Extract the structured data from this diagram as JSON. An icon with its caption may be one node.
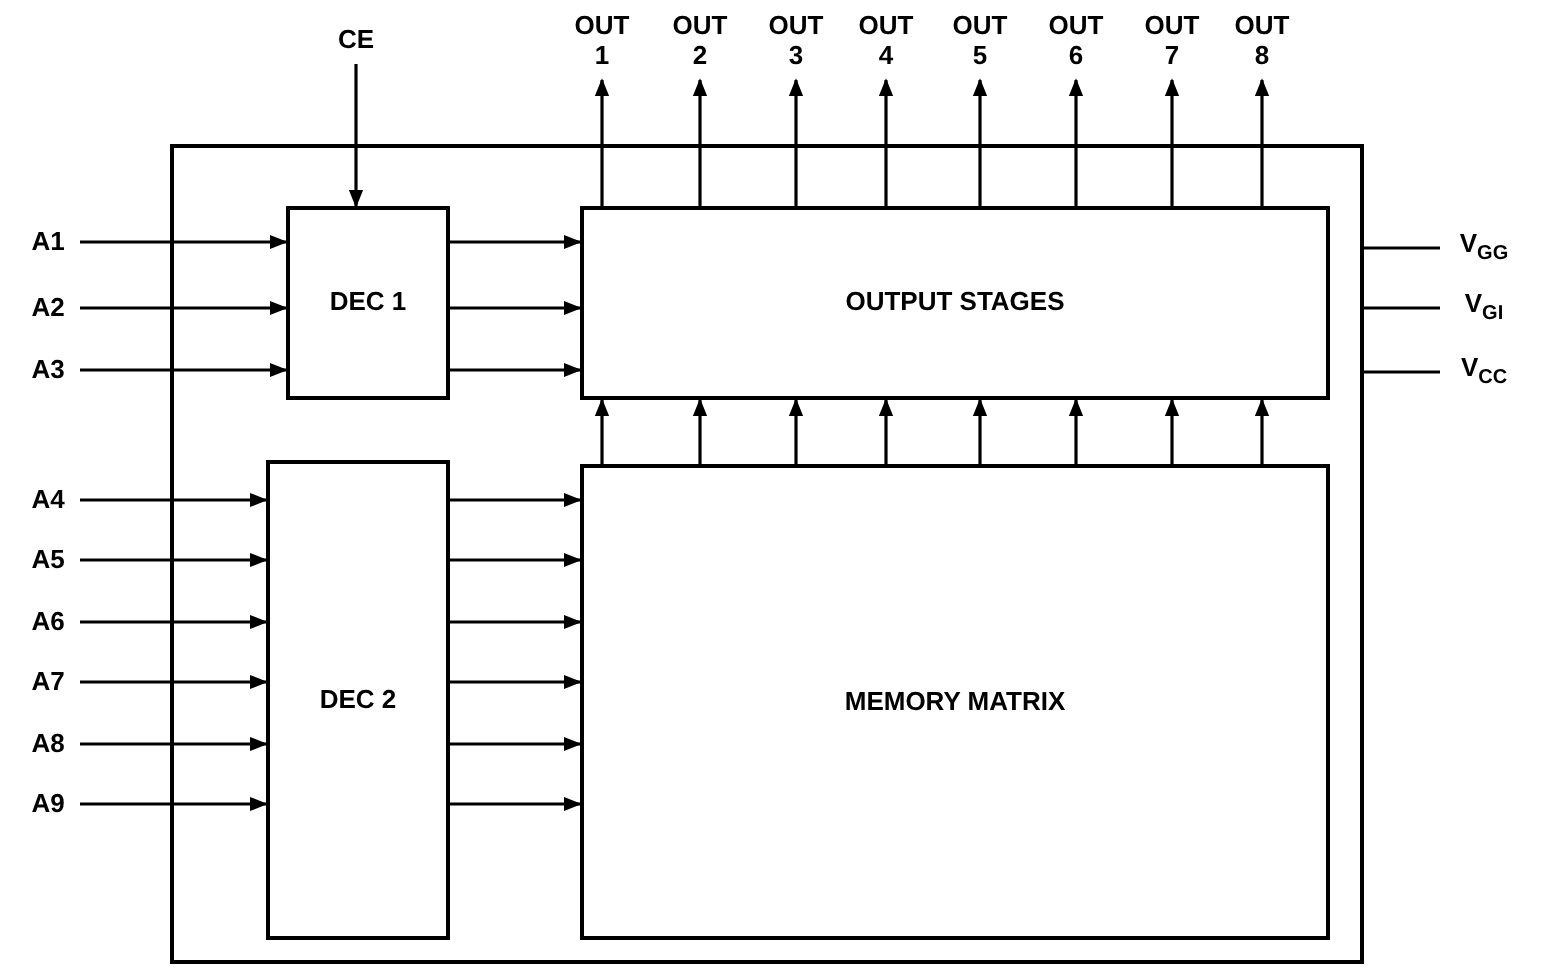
{
  "diagram": {
    "nodes": [
      {
        "text": [],
        "shape": "box"
      },
      {
        "text": [
          "CE"
        ]
      },
      {
        "text": [
          "OUT 1"
        ]
      },
      {
        "text": [
          "OUT 2"
        ]
      },
      {
        "text": [
          "OUT 3"
        ]
      },
      {
        "text": [
          "OUT 4"
        ]
      },
      {
        "text": [
          "OUT 5"
        ]
      },
      {
        "text": [
          "OUT 6"
        ]
      },
      {
        "text": [
          "OUT 7"
        ]
      },
      {
        "text": [
          "OUT 8"
        ]
      },
      {
        "text": [
          "A1"
        ]
      },
      {
        "text": [
          "A2"
        ]
      },
      {
        "text": [
          "A3"
        ]
      },
      {
        "text": [
          "DEC 1"
        ],
        "in": 0
      },
      {
        "text": [
          "OUTPUT STAGES"
        ],
        "in": 0
      },
      {
        "text": [
          "V$_{GG}$"
        ]
      },
      {
        "text": [
          "V$_{GI}$"
        ]
      },
      {
        "text": [
          "V$_{CC}$"
        ]
      },
      {
        "text": [
          "A4"
        ]
      },
      {
        "text": [
          "A5"
        ]
      },
      {
        "text": [
          "A6"
        ]
      },
      {
        "text": [
          "A7"
        ]
      },
      {
        "text": [
          "A8"
        ]
      },
      {
        "text": [
          "A9"
        ]
      },
      {
        "text": [
          "DEC 2"
        ],
        "in": 0
      },
      {
        "text": [
          "MEMORY MATRIX"
        ],
        "in": 0
      }
    ],
    "edges": [
      {
        "from": 10,
        "to": 13,
        "arrow": "to"
      },
      {
        "from": 11,
        "to": 13,
        "arrow": "to"
      },
      {
        "from": 12,
        "to": 13,
        "arrow": "to"
      },
      {
        "from": 1,
        "to": 13,
        "arrow": "to"
      },
      {
        "from": 13,
        "to": 14,
        "arrow": "to"
      },
      {
        "from": 13,
        "to": 14,
        "arrow": "to"
      },
      {
        "from": 13,
        "to": 14,
        "arrow": "to"
      },
      {
        "from": 14,
        "to": 2,
        "arrow": "to"
      },
      {
        "from": 14,
        "to": 3,
        "arrow": "to"
      },
      {
        "from": 14,
        "to": 4,
        "arrow": "to"
      },
      {
        "from": 14,
        "to": 5,
        "arrow": "to"
      },
      {
        "from": 14,
        "to": 6,
        "arrow": "to"
      },
      {
        "from": 14,
        "to": 7,
        "arrow": "to"
      },
      {
        "from": 14,
        "to": 8,
        "arrow": "to"
      },
      {
        "from": 14,
        "to": 9,
        "arrow": "to"
      },
      {
        "from": 18,
        "to": 24,
        "arrow": "to"
      },
      {
        "from": 19,
        "to": 24,
        "arrow": "to"
      },
      {
        "from": 20,
        "to": 24,
        "arrow": "to"
      },
      {
        "from": 21,
        "to": 24,
        "arrow": "to"
      },
      {
        "from": 22,
        "to": 24,
        "arrow": "to"
      },
      {
        "from": 23,
        "to": 24,
        "arrow": "to"
      },
      {
        "from": 24,
        "to": 25,
        "arrow": "to"
      },
      {
        "from": 24,
        "to": 25,
        "arrow": "to"
      },
      {
        "from": 24,
        "to": 25,
        "arrow": "to"
      },
      {
        "from": 24,
        "to": 25,
        "arrow": "to"
      },
      {
        "from": 24,
        "to": 25,
        "arrow": "to"
      },
      {
        "from": 24,
        "to": 25,
        "arrow": "to"
      },
      {
        "from": 25,
        "to": 14,
        "arrow": "to"
      },
      {
        "from": 25,
        "to": 14,
        "arrow": "to"
      },
      {
        "from": 25,
        "to": 14,
        "arrow": "to"
      },
      {
        "from": 25,
        "to": 14,
        "arrow": "to"
      },
      {
        "from": 25,
        "to": 14,
        "arrow": "to"
      },
      {
        "from": 25,
        "to": 14,
        "arrow": "to"
      },
      {
        "from": 25,
        "to": 14,
        "arrow": "to"
      },
      {
        "from": 25,
        "to": 14,
        "arrow": "to"
      },
      {
        "from": 0,
        "to": 15,
        "arrow": "none"
      },
      {
        "from": 0,
        "to": 16,
        "arrow": "none"
      },
      {
        "from": 0,
        "to": 17,
        "arrow": "none"
      }
    ]
  }
}
